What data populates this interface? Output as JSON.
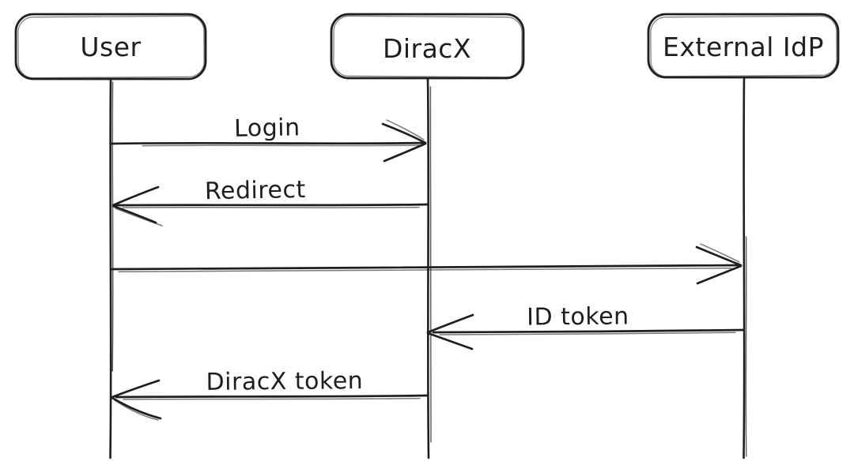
{
  "diagram": {
    "kind": "sequence-diagram",
    "style": "hand-drawn",
    "background_color": "#ffffff",
    "stroke_color": "#1e1e1e",
    "actors": [
      {
        "id": "user",
        "label": "User"
      },
      {
        "id": "diracx",
        "label": "DiracX"
      },
      {
        "id": "external-idp",
        "label": "External IdP"
      }
    ],
    "messages": [
      {
        "label": "Login",
        "from": "User",
        "to": "DiracX",
        "direction": "right"
      },
      {
        "label": "Redirect",
        "from": "DiracX",
        "to": "User",
        "direction": "left"
      },
      {
        "label": "",
        "from": "User",
        "to": "External IdP",
        "direction": "right"
      },
      {
        "label": "ID token",
        "from": "External IdP",
        "to": "DiracX",
        "direction": "left"
      },
      {
        "label": "DiracX token",
        "from": "DiracX",
        "to": "User",
        "direction": "left"
      }
    ]
  }
}
